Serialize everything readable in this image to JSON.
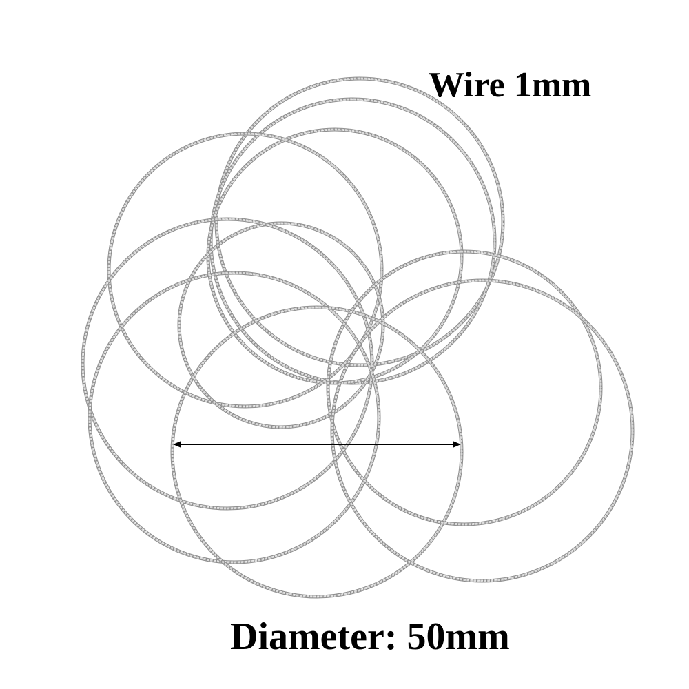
{
  "labels": {
    "wire": "Wire 1mm",
    "diameter": "Diameter: 50mm"
  },
  "colors": {
    "background": "#ffffff",
    "ring_outer": "#8e8e8e",
    "ring_inner": "#d9d9d9",
    "ring_highlight": "#f4f4f4",
    "text": "#000000",
    "arrow": "#000000"
  },
  "product": {
    "item": "twisted stainless steel hoop rings",
    "ring_count": 10
  }
}
